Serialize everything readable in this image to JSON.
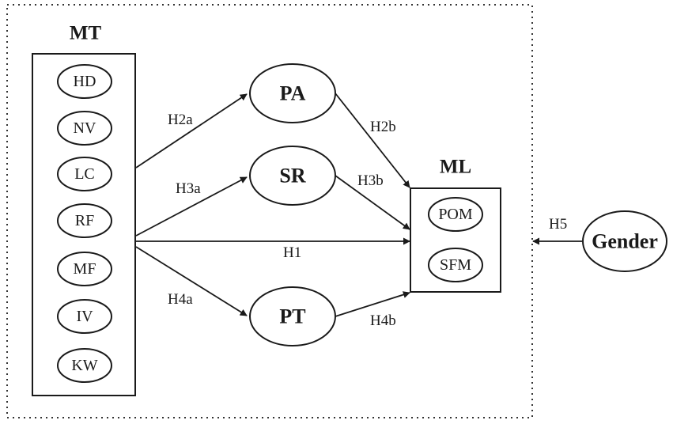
{
  "mt": {
    "title": "MT",
    "items": [
      "HD",
      "NV",
      "LC",
      "RF",
      "MF",
      "IV",
      "KW"
    ]
  },
  "mediators": {
    "pa": "PA",
    "sr": "SR",
    "pt": "PT"
  },
  "ml": {
    "title": "ML",
    "items": [
      "POM",
      "SFM"
    ]
  },
  "gender": "Gender",
  "hypotheses": {
    "h1": "H1",
    "h2a": "H2a",
    "h2b": "H2b",
    "h3a": "H3a",
    "h3b": "H3b",
    "h4a": "H4a",
    "h4b": "H4b",
    "h5": "H5"
  }
}
